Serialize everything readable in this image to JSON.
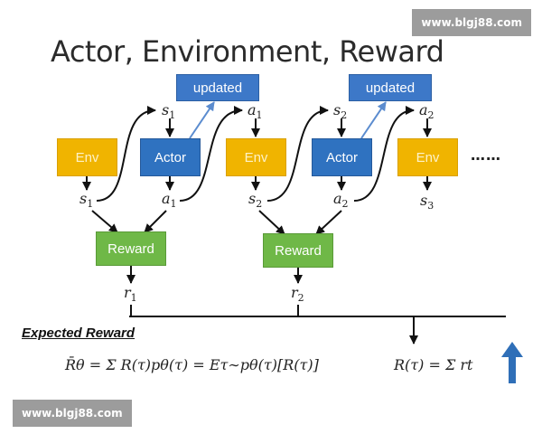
{
  "title": "Actor, Environment, Reward",
  "watermark": "www.blgj88.com",
  "boxes": {
    "env": "Env",
    "actor": "Actor",
    "updated": "updated",
    "reward": "Reward"
  },
  "vars": {
    "s": "s",
    "a": "a",
    "r": "r",
    "sub1": "1",
    "sub2": "2",
    "sub3": "3"
  },
  "dots": "……",
  "expected_reward_label": "Expected Reward",
  "formula_left": "R̄θ = Σ R(τ)pθ(τ) = Eτ∼pθ(τ)[R(τ)]",
  "formula_right": "R(τ) = Σ rt"
}
